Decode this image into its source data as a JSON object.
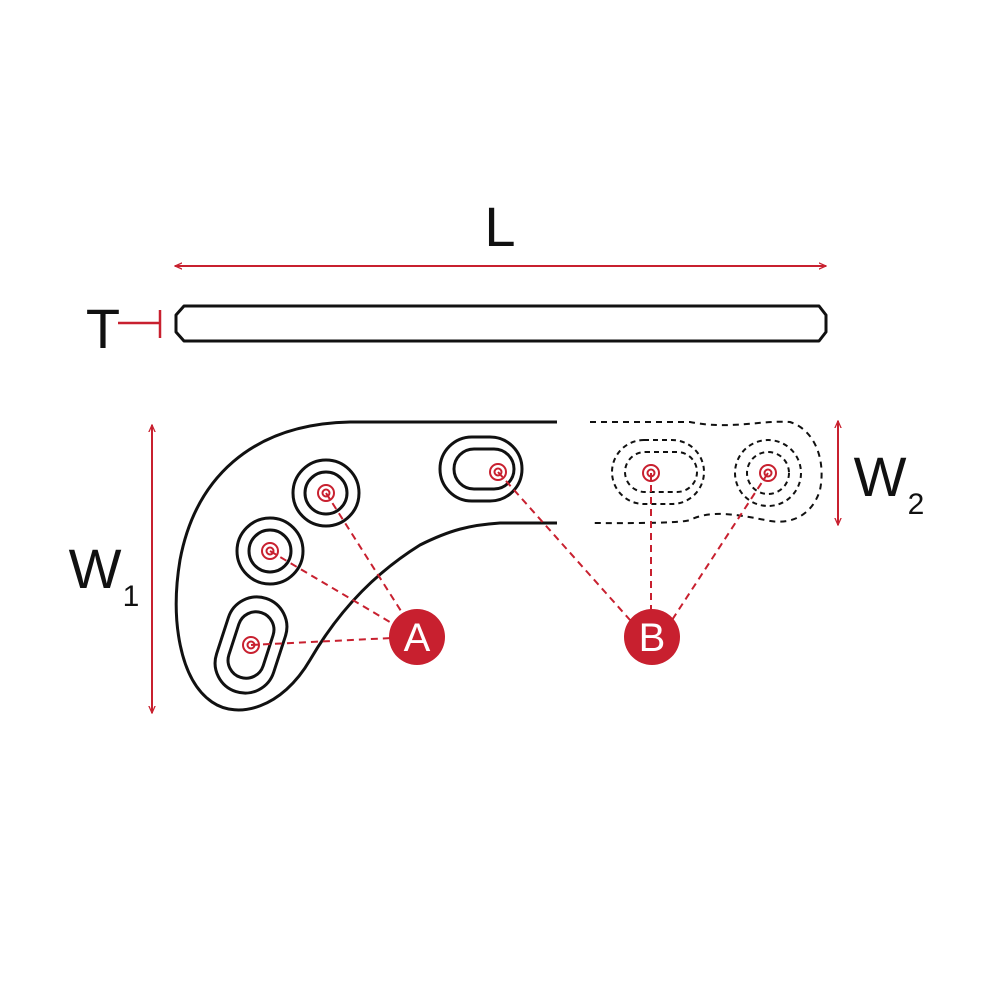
{
  "diagram": {
    "labels": {
      "length": "L",
      "thickness": "T",
      "width1_main": "W",
      "width1_sub": "1",
      "width2_main": "W",
      "width2_sub": "2"
    },
    "badges": {
      "a": "A",
      "b": "B"
    },
    "colors": {
      "accent": "#c8202f",
      "outline": "#111111",
      "background": "#ffffff"
    }
  }
}
